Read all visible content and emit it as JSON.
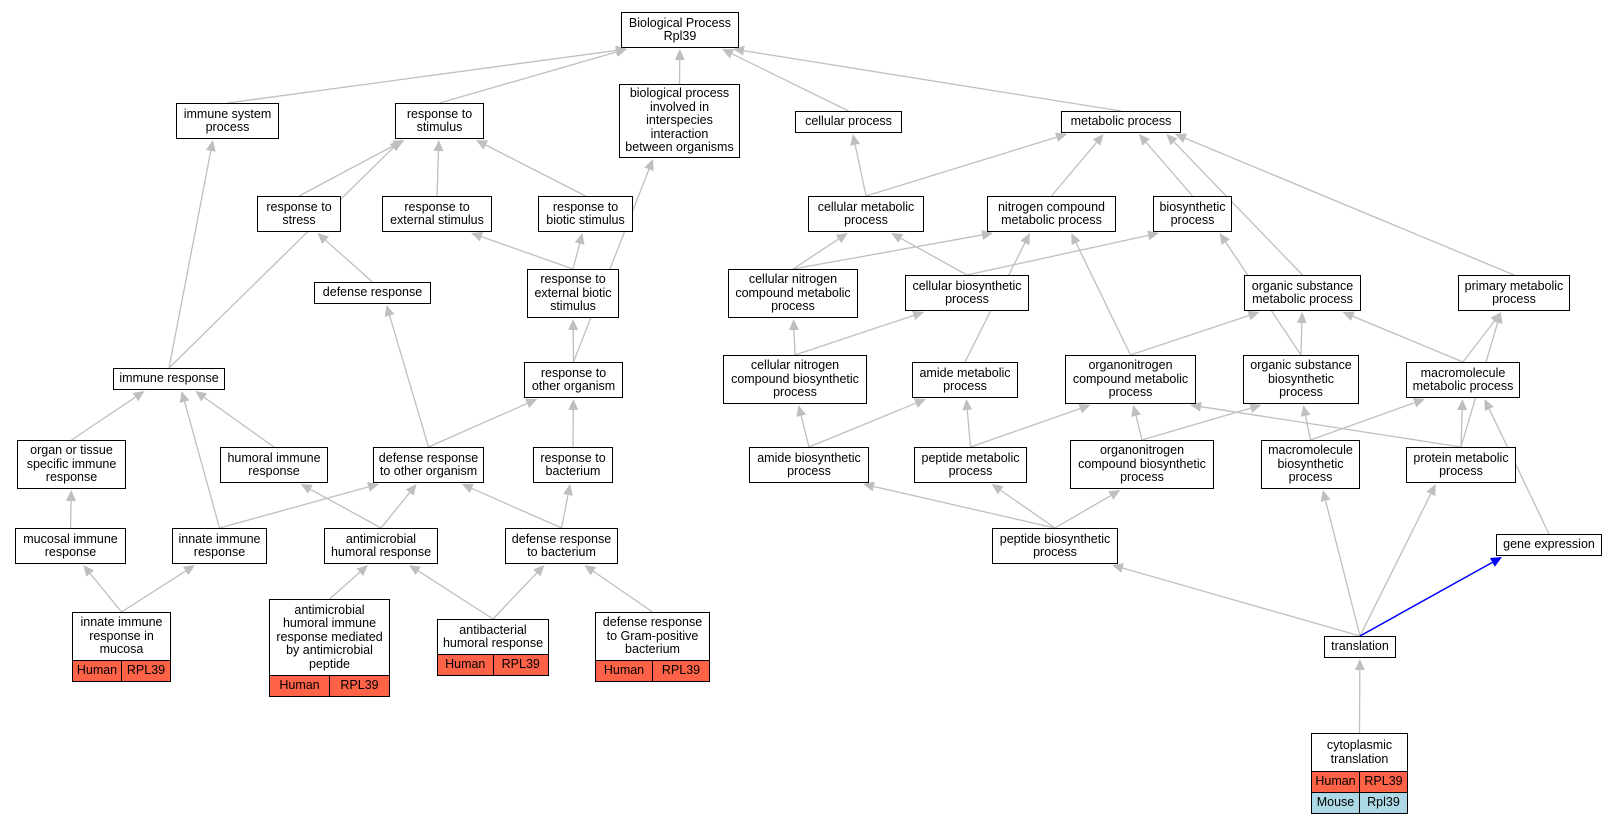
{
  "graph": {
    "colors": {
      "edge": "#bfbfbf",
      "highlight_edge": "#0000ff",
      "human": "#ff6347",
      "mouse": "#add8e6"
    },
    "nodes": [
      {
        "id": "bp",
        "label": "Biological Process\nRpl39"
      },
      {
        "id": "imsys",
        "label": "immune system\nprocess"
      },
      {
        "id": "rstim",
        "label": "response to\nstimulus"
      },
      {
        "id": "bpinter",
        "label": "biological process\ninvolved in\ninterspecies\ninteraction\nbetween organisms"
      },
      {
        "id": "cellproc",
        "label": "cellular process"
      },
      {
        "id": "metab",
        "label": "metabolic process"
      },
      {
        "id": "rstress",
        "label": "response to\nstress"
      },
      {
        "id": "rext",
        "label": "response to\nexternal stimulus"
      },
      {
        "id": "rbiotic",
        "label": "response to\nbiotic stimulus"
      },
      {
        "id": "cellmetab",
        "label": "cellular metabolic\nprocess"
      },
      {
        "id": "nitro",
        "label": "nitrogen compound\nmetabolic process"
      },
      {
        "id": "biosyn",
        "label": "biosynthetic\nprocess"
      },
      {
        "id": "defresp",
        "label": "defense response"
      },
      {
        "id": "rextbio",
        "label": "response to\nexternal biotic\nstimulus"
      },
      {
        "id": "cnitro",
        "label": "cellular nitrogen\ncompound metabolic\nprocess"
      },
      {
        "id": "cbiosyn",
        "label": "cellular biosynthetic\nprocess"
      },
      {
        "id": "orgsub",
        "label": "organic substance\nmetabolic process"
      },
      {
        "id": "primet",
        "label": "primary metabolic\nprocess"
      },
      {
        "id": "imresp",
        "label": "immune response"
      },
      {
        "id": "rother",
        "label": "response to\nother organism"
      },
      {
        "id": "cnitrobio",
        "label": "cellular nitrogen\ncompound biosynthetic\nprocess"
      },
      {
        "id": "amidemet",
        "label": "amide metabolic\nprocess"
      },
      {
        "id": "orgnitro",
        "label": "organonitrogen\ncompound metabolic\nprocess"
      },
      {
        "id": "orgsubbio",
        "label": "organic substance\nbiosynthetic\nprocess"
      },
      {
        "id": "macromet",
        "label": "macromolecule\nmetabolic process"
      },
      {
        "id": "organimm",
        "label": "organ or tissue\nspecific immune\nresponse"
      },
      {
        "id": "humimm",
        "label": "humoral immune\nresponse"
      },
      {
        "id": "defother",
        "label": "defense response\nto other organism"
      },
      {
        "id": "rbact",
        "label": "response to\nbacterium"
      },
      {
        "id": "amidebio",
        "label": "amide biosynthetic\nprocess"
      },
      {
        "id": "peptmet",
        "label": "peptide metabolic\nprocess"
      },
      {
        "id": "orgnitrobio",
        "label": "organonitrogen\ncompound biosynthetic\nprocess"
      },
      {
        "id": "macrobio",
        "label": "macromolecule\nbiosynthetic\nprocess"
      },
      {
        "id": "protmet",
        "label": "protein metabolic\nprocess"
      },
      {
        "id": "mucosal",
        "label": "mucosal immune\nresponse"
      },
      {
        "id": "innate",
        "label": "innate immune\nresponse"
      },
      {
        "id": "antimic",
        "label": "antimicrobial\nhumoral response"
      },
      {
        "id": "defbact",
        "label": "defense response\nto bacterium"
      },
      {
        "id": "peptbio",
        "label": "peptide biosynthetic\nprocess"
      },
      {
        "id": "geneexp",
        "label": "gene expression"
      },
      {
        "id": "innmuc",
        "label": "innate immune\nresponse in\nmucosa",
        "annotations": [
          [
            "Human",
            "RPL39"
          ]
        ]
      },
      {
        "id": "antimicpep",
        "label": "antimicrobial\nhumoral immune\nresponse mediated\nby antimicrobial\npeptide",
        "annotations": [
          [
            "Human",
            "RPL39"
          ]
        ]
      },
      {
        "id": "antibact",
        "label": "antibacterial\nhumoral response",
        "annotations": [
          [
            "Human",
            "RPL39"
          ]
        ]
      },
      {
        "id": "defgram",
        "label": "defense response\nto Gram-positive\nbacterium",
        "annotations": [
          [
            "Human",
            "RPL39"
          ]
        ]
      },
      {
        "id": "transl",
        "label": "translation"
      },
      {
        "id": "cyto",
        "label": "cytoplasmic\ntranslation",
        "annotations": [
          [
            "Human",
            "RPL39"
          ],
          [
            "Mouse",
            "Rpl39"
          ]
        ]
      }
    ]
  }
}
